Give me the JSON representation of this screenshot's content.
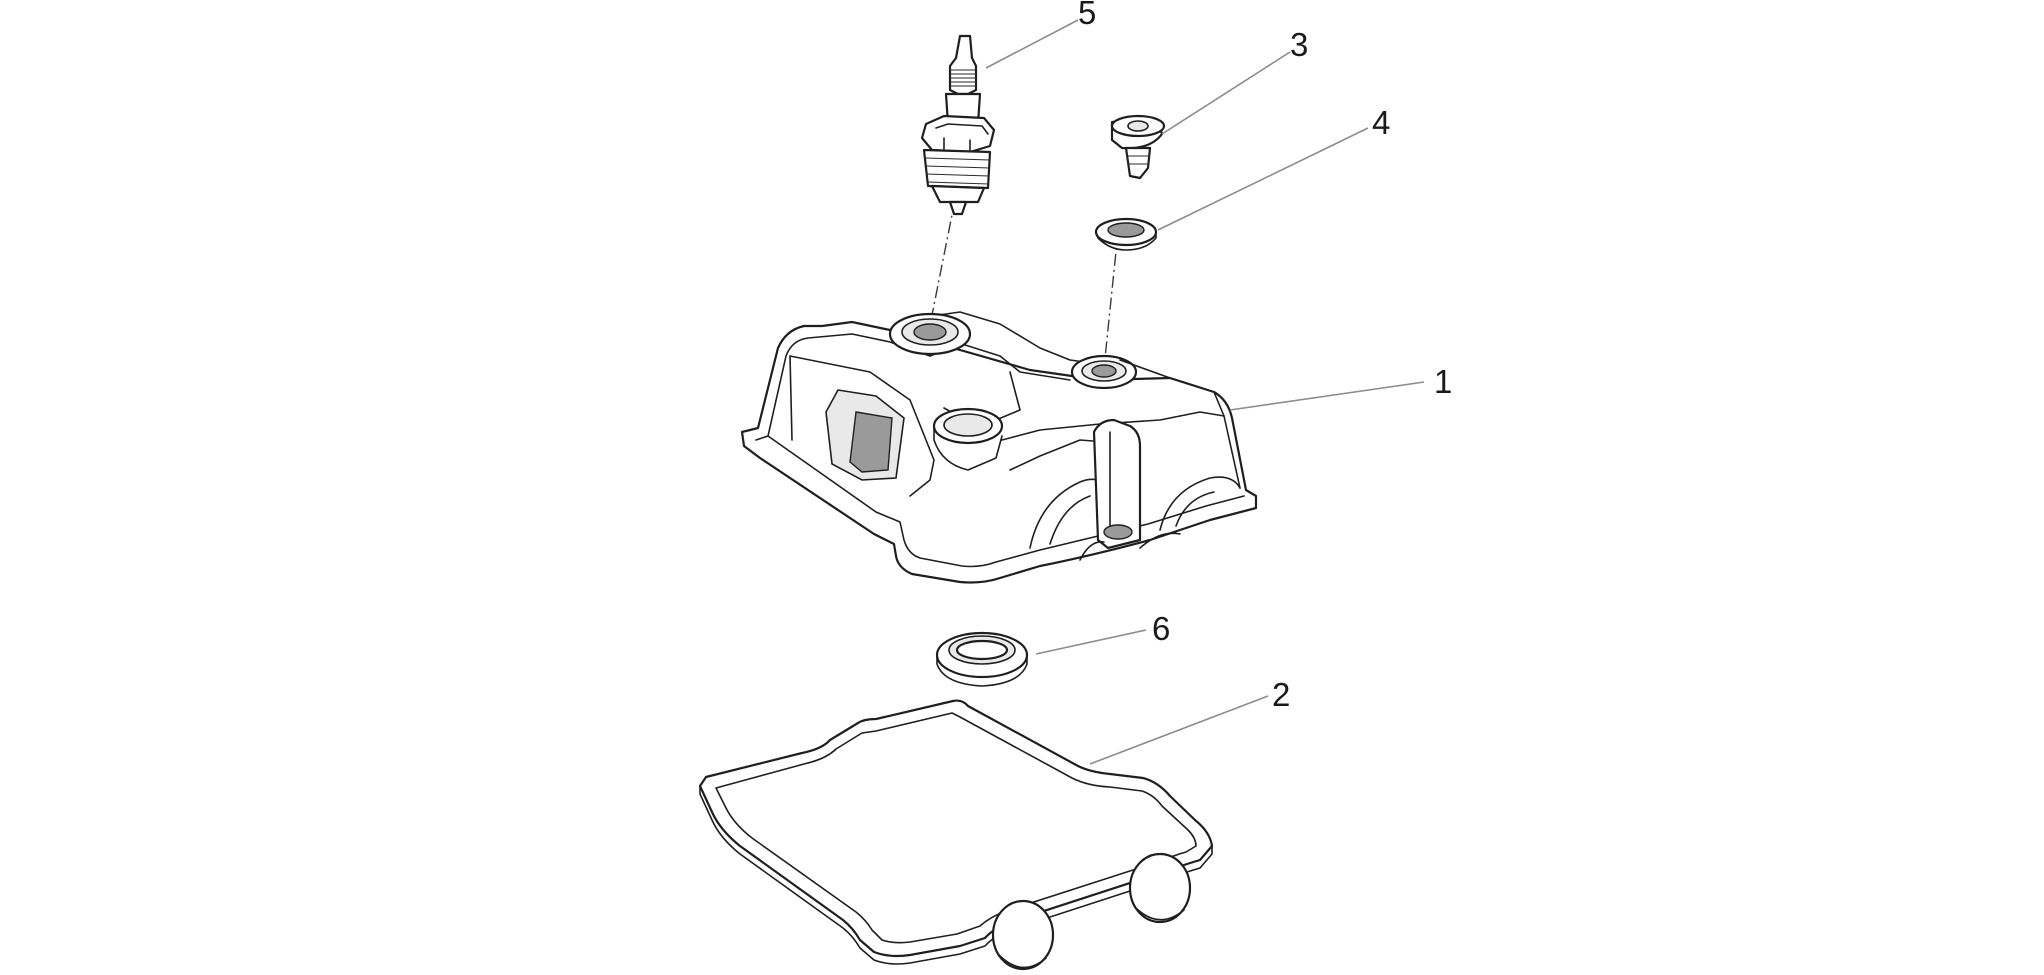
{
  "callouts": {
    "c1": "1",
    "c2": "2",
    "c3": "3",
    "c4": "4",
    "c5": "5",
    "c6": "6"
  },
  "colors": {
    "line": "#1f1f1f",
    "leader": "#8c8c8c",
    "background": "#ffffff"
  }
}
